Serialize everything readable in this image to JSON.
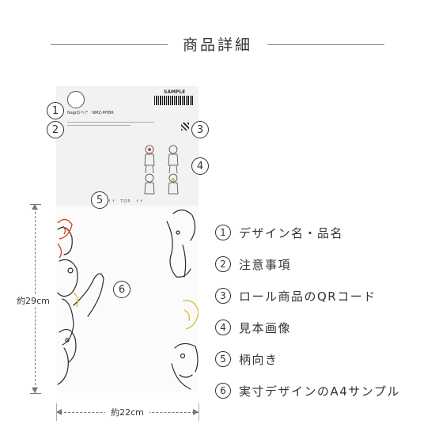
{
  "header": {
    "title": "商品詳細"
  },
  "sample_sheet": {
    "sample_label": "SAMPLE",
    "product_name": "Nagiのベア　NMZ-MYBR",
    "top_mark": "↑↑　TOP　↑↑"
  },
  "markers": [
    "1",
    "2",
    "3",
    "4",
    "5",
    "6"
  ],
  "dimensions": {
    "height": "約29cm",
    "width": "約22cm"
  },
  "legend": [
    {
      "num": "1",
      "text": "デザイン名・品名"
    },
    {
      "num": "2",
      "text": "注意事項"
    },
    {
      "num": "3",
      "text": "ロール商品のQRコード"
    },
    {
      "num": "4",
      "text": "見本画像"
    },
    {
      "num": "5",
      "text": "柄向き"
    },
    {
      "num": "6",
      "text": "実寸デザインのA4サンプル"
    }
  ],
  "colors": {
    "red_accent": "#d9412c",
    "yellow_accent": "#d8c23a",
    "line": "#333333",
    "sample_bg": "#f2f2f2"
  }
}
